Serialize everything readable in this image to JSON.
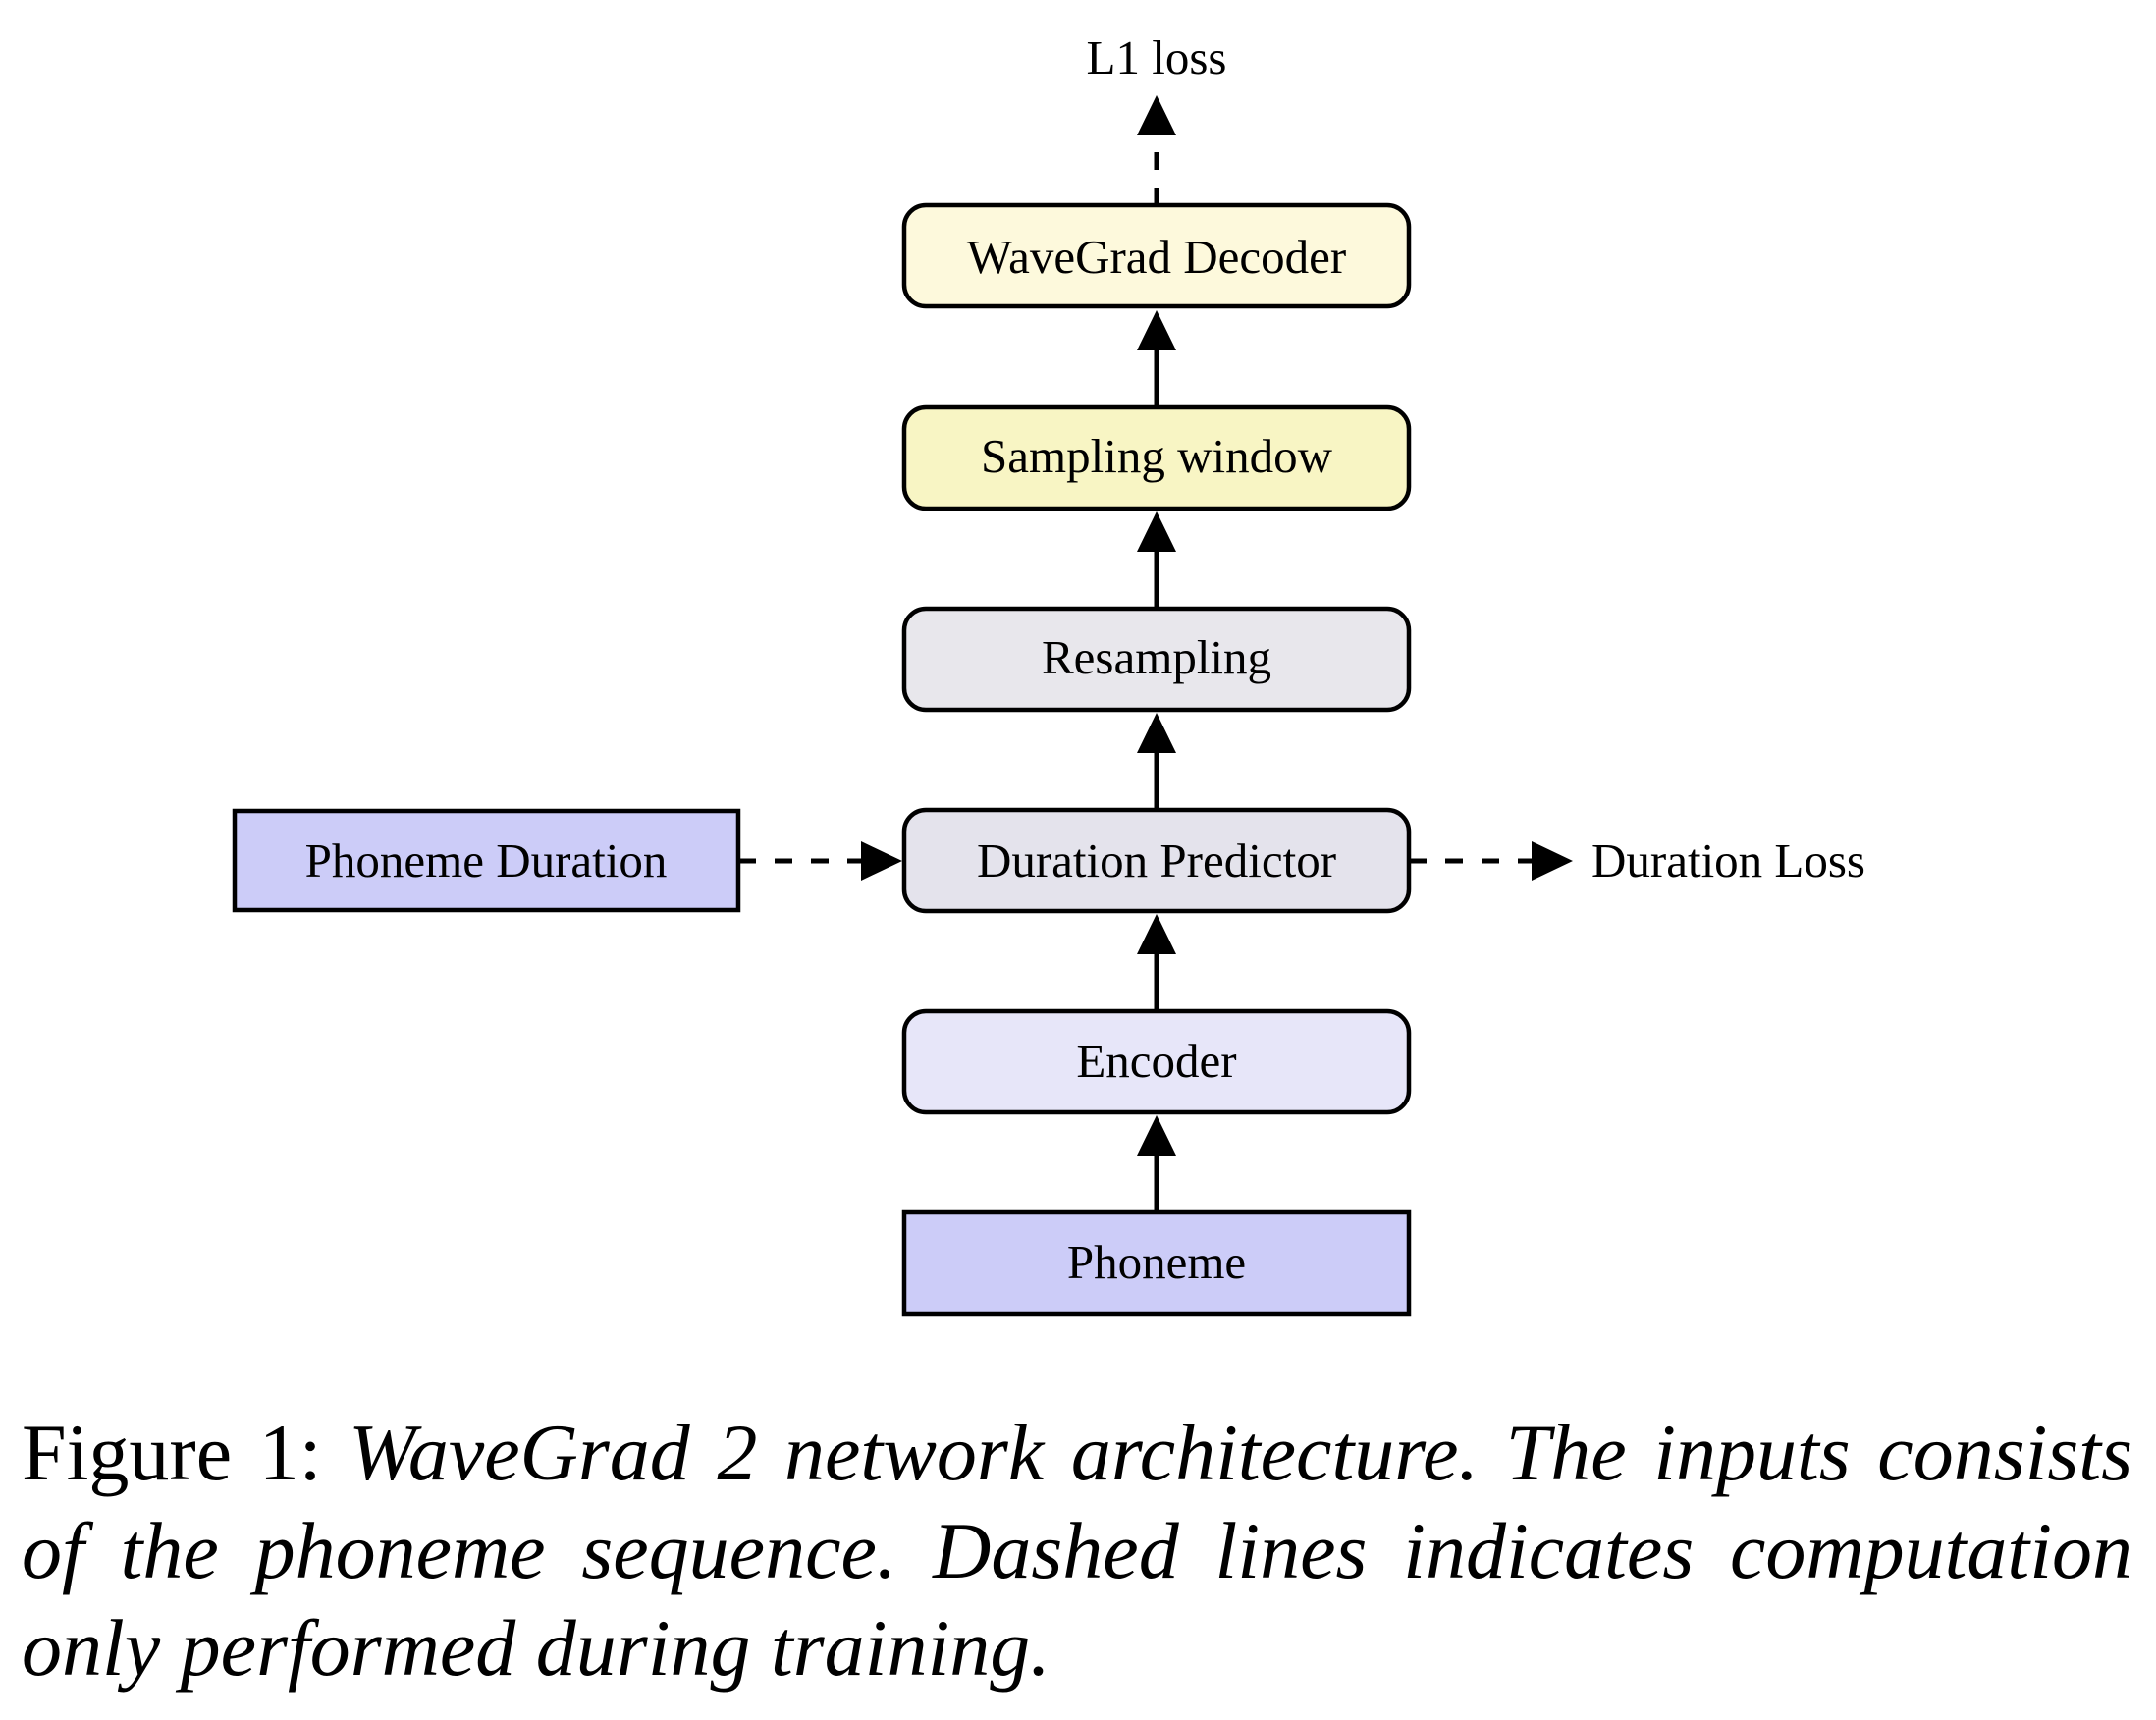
{
  "figure": {
    "nodes": [
      {
        "id": "wavegrad-decoder",
        "label": "WaveGrad Decoder",
        "fill": "#fdf9dc",
        "shape": "rounded"
      },
      {
        "id": "sampling-window",
        "label": "Sampling window",
        "fill": "#f8f5c4",
        "shape": "rounded"
      },
      {
        "id": "resampling",
        "label": "Resampling",
        "fill": "#e8e7ec",
        "shape": "rounded"
      },
      {
        "id": "duration-predictor",
        "label": "Duration Predictor",
        "fill": "#e4e3ec",
        "shape": "rounded"
      },
      {
        "id": "encoder",
        "label": "Encoder",
        "fill": "#e7e6f9",
        "shape": "rounded"
      },
      {
        "id": "phoneme",
        "label": "Phoneme",
        "fill": "#ccccf8",
        "shape": "rect"
      },
      {
        "id": "phoneme-duration",
        "label": "Phoneme Duration",
        "fill": "#ccccf8",
        "shape": "rect"
      }
    ],
    "outputs": {
      "l1_loss": "L1 loss",
      "duration_loss": "Duration Loss"
    },
    "edges": [
      {
        "from": "phoneme",
        "to": "encoder",
        "style": "solid"
      },
      {
        "from": "encoder",
        "to": "duration-predictor",
        "style": "solid"
      },
      {
        "from": "duration-predictor",
        "to": "resampling",
        "style": "solid"
      },
      {
        "from": "resampling",
        "to": "sampling-window",
        "style": "solid"
      },
      {
        "from": "sampling-window",
        "to": "wavegrad-decoder",
        "style": "solid"
      },
      {
        "from": "wavegrad-decoder",
        "to": "L1 loss",
        "style": "dashed"
      },
      {
        "from": "phoneme-duration",
        "to": "duration-predictor",
        "style": "dashed"
      },
      {
        "from": "duration-predictor",
        "to": "Duration Loss",
        "style": "dashed"
      }
    ],
    "stroke_color": "#000000"
  },
  "caption": {
    "prefix": "Figure 1:",
    "body": "WaveGrad 2 network architecture. The inputs consists of the phoneme sequence.  Dashed lines indicates computation only performed during training."
  }
}
